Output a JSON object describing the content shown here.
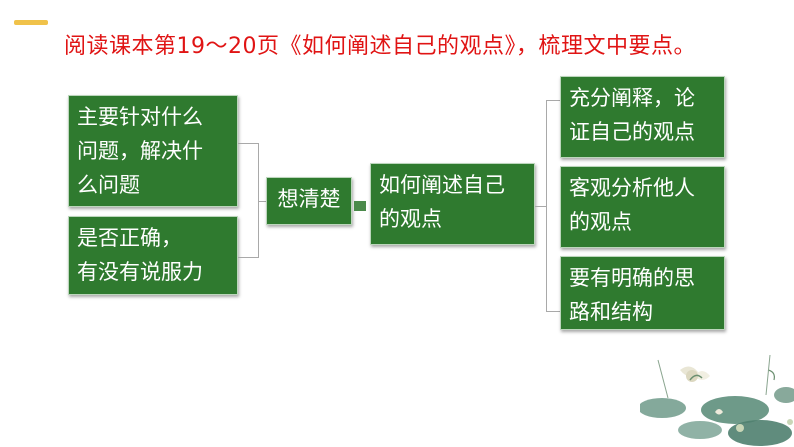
{
  "colors": {
    "title_text": "#e01414",
    "node_fill": "#2f7a2f",
    "node_text": "#ffffff",
    "connector": "#a9a9a9",
    "accent": "#f0c24a"
  },
  "title": "阅读课本第19～20页《如何阐述自己的观点》，梳理文中要点。",
  "left_nodes": [
    [
      "主要针对什么",
      "问题，解决什",
      "么问题"
    ],
    [
      "是否正确，",
      "有没有说服力"
    ]
  ],
  "center_node": "想清楚",
  "topic_node": [
    "如何阐述自己",
    "的观点"
  ],
  "right_nodes": [
    [
      "充分阐释，论",
      "证自己的观点"
    ],
    [
      "客观分析他人",
      "的观点"
    ],
    [
      "要有明确的思",
      "路和结构"
    ]
  ],
  "decoration": "lotus-leaves-illustration"
}
